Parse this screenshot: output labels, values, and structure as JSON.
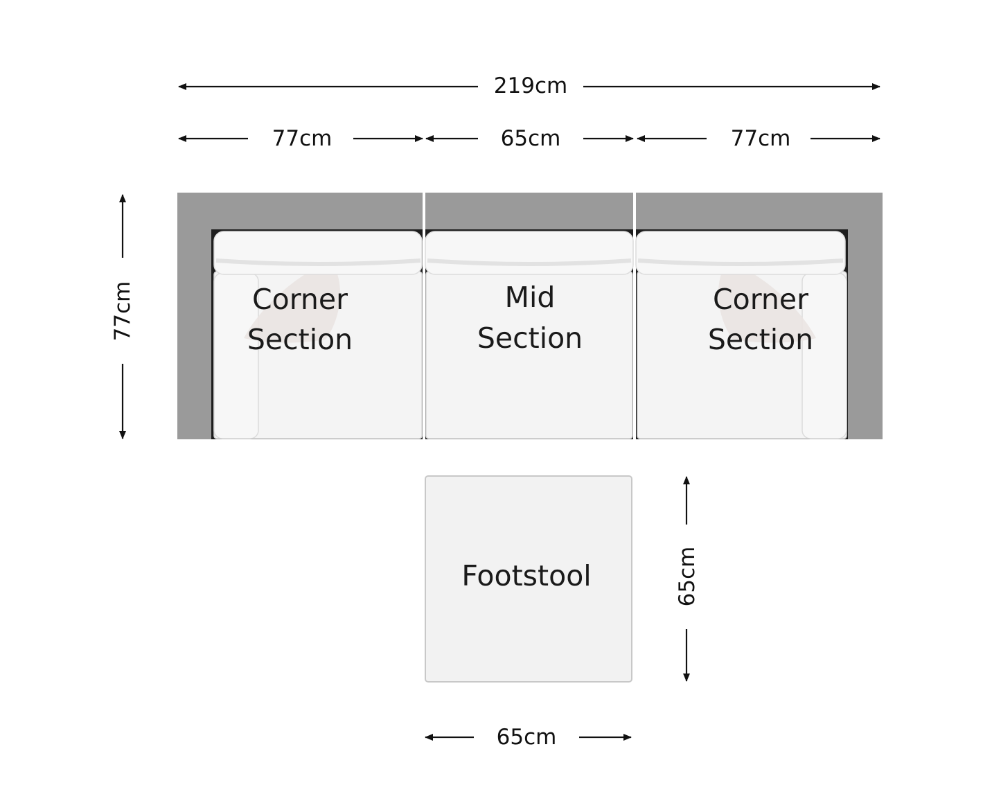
{
  "colors": {
    "frame": "#9a9a9a",
    "frame_inner_shadow": "#1e1e1e",
    "cushion": "#f4f4f4",
    "cushion_outline": "#d6d6d6",
    "back_cushion": "#f7f7f7",
    "pillow": "#eae4e2",
    "footstool": "#f2f2f2",
    "footstool_outline": "#c8c8c8",
    "line": "#111111"
  },
  "dimensions": {
    "total_width": "219cm",
    "corner_left_width": "77cm",
    "mid_width": "65cm",
    "corner_right_width": "77cm",
    "depth": "77cm",
    "footstool_depth": "65cm",
    "footstool_width": "65cm"
  },
  "sections": {
    "corner_left": {
      "line1": "Corner",
      "line2": "Section"
    },
    "mid": {
      "line1": "Mid",
      "line2": "Section"
    },
    "corner_right": {
      "line1": "Corner",
      "line2": "Section"
    },
    "footstool": {
      "label": "Footstool"
    }
  }
}
